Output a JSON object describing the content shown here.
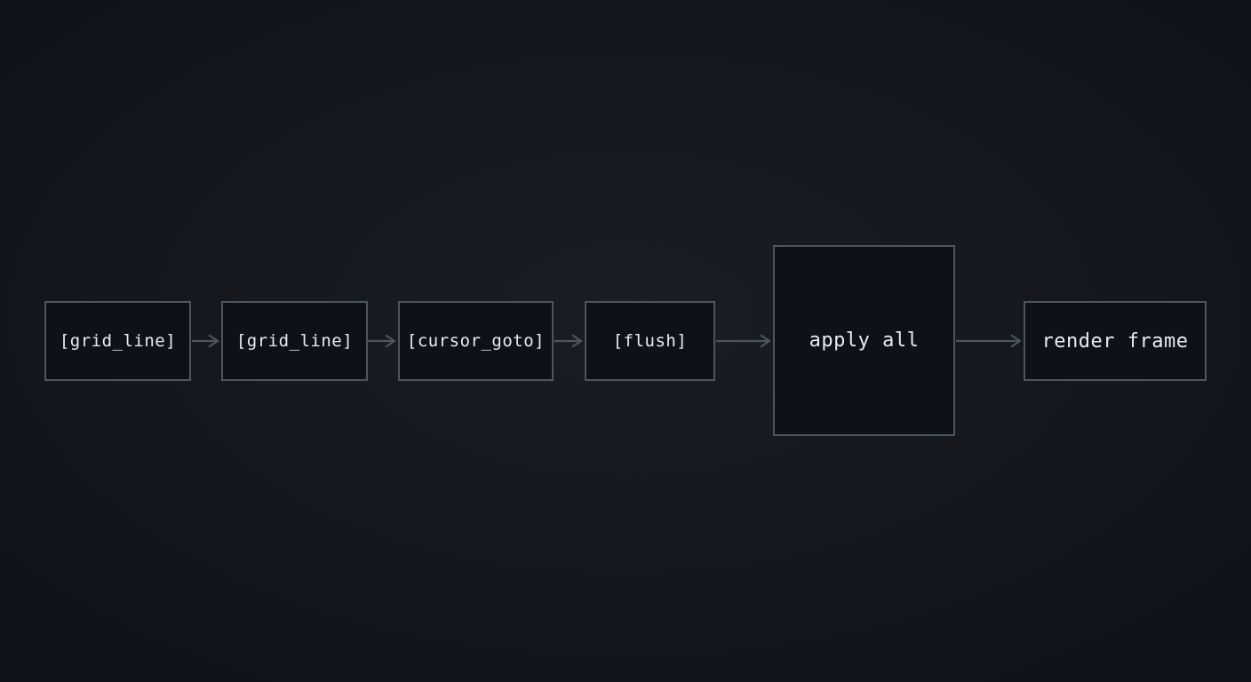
{
  "diagram": {
    "type": "flowchart",
    "direction": "left-to-right",
    "nodes": [
      {
        "id": "node-1",
        "label": "[grid_line]"
      },
      {
        "id": "node-2",
        "label": "[grid_line]"
      },
      {
        "id": "node-3",
        "label": "[cursor_goto]"
      },
      {
        "id": "node-4",
        "label": "[flush]"
      },
      {
        "id": "node-5",
        "label": "apply all"
      },
      {
        "id": "node-6",
        "label": "render frame"
      }
    ],
    "edges": [
      {
        "from": "node-1",
        "to": "node-2"
      },
      {
        "from": "node-2",
        "to": "node-3"
      },
      {
        "from": "node-3",
        "to": "node-4"
      },
      {
        "from": "node-4",
        "to": "node-5"
      },
      {
        "from": "node-5",
        "to": "node-6"
      }
    ],
    "colors": {
      "background": "#14171d",
      "node_fill": "#0e1117",
      "node_border": "#4d5560",
      "arrow": "#4d5560",
      "text": "#e9ebee"
    }
  }
}
